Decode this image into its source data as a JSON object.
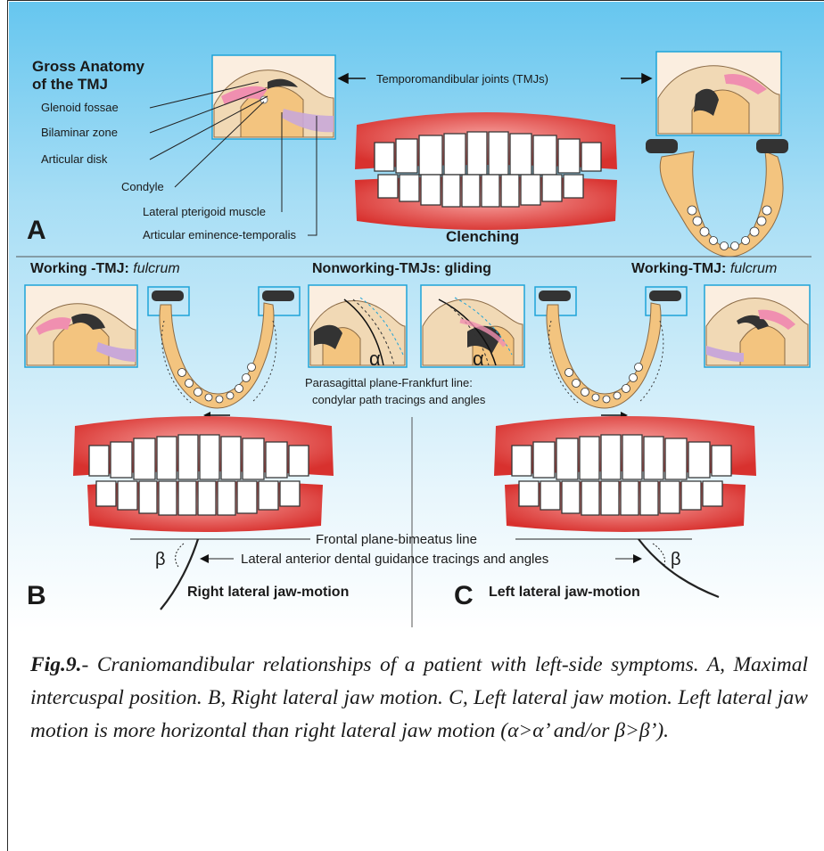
{
  "figure": {
    "panel_a": {
      "letter": "A",
      "title_line1": "Gross Anatomy",
      "title_line2": "of the TMJ",
      "labels": [
        "Glenoid fossae",
        "Bilaminar zone",
        "Articular disk",
        "Condyle",
        "Lateral pterigoid muscle",
        "Articular eminence-temporalis"
      ],
      "tmj_label": "Temporomandibular joints (TMJs)",
      "clench_label": "Clenching"
    },
    "middle": {
      "working_left_prefix": "Working -TMJ: ",
      "working_left_italic": "fulcrum",
      "nonworking_label": "Nonworking-TMJs: gliding",
      "working_right_prefix": "Working-TMJ: ",
      "working_right_italic": "fulcrum",
      "alpha_symbol": "α",
      "parasagittal_line1": "Parasagittal plane-Frankfurt line:",
      "parasagittal_line2": "condylar path tracings and angles"
    },
    "panel_bc": {
      "frontal_plane_label": "Frontal plane-bimeatus line",
      "guidance_label": "Lateral anterior dental guidance tracings and angles",
      "beta_symbol": "β",
      "letter_b": "B",
      "letter_c": "C",
      "right_motion": "Right lateral jaw-motion",
      "left_motion": "Left lateral jaw-motion"
    }
  },
  "caption": {
    "fig_label": "Fig.9.",
    "text": "- Craniomandibular relationships of a patient with left-side symptoms. A, Maximal intercuspal position. B, Right lateral jaw motion. C, Left lateral jaw motion. Left lateral jaw motion is more horizontal than right lateral jaw motion (α>α’ and/or β>β’)."
  },
  "colors": {
    "gum": "#e0423f",
    "bone": "#f3c47f",
    "disk": "#333333",
    "muscle": "#c9a8d8",
    "box_border": "#1ea3d8"
  }
}
